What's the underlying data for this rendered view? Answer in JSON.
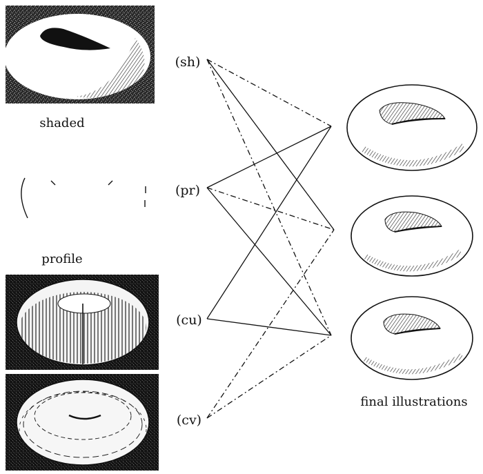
{
  "captions": {
    "shaded": "shaded",
    "profile": "profile",
    "final": "final illustrations"
  },
  "nodes": {
    "sh": "(sh)",
    "pr": "(pr)",
    "cu": "(cu)",
    "cv": "(cv)"
  },
  "connections": [
    {
      "from": "sh",
      "to": "final-1",
      "style": "dash-dot"
    },
    {
      "from": "sh",
      "to": "final-2",
      "style": "solid"
    },
    {
      "from": "sh",
      "to": "final-3",
      "style": "dash-dot"
    },
    {
      "from": "pr",
      "to": "final-1",
      "style": "solid"
    },
    {
      "from": "pr",
      "to": "final-2",
      "style": "dash-dot"
    },
    {
      "from": "pr",
      "to": "final-3",
      "style": "solid"
    },
    {
      "from": "cu",
      "to": "final-1",
      "style": "solid"
    },
    {
      "from": "cu",
      "to": "final-3",
      "style": "solid"
    },
    {
      "from": "cv",
      "to": "final-2",
      "style": "dash-dot"
    },
    {
      "from": "cv",
      "to": "final-3",
      "style": "dash-dot"
    }
  ],
  "colors": {
    "ink": "#111111",
    "panel_dark": "#1e1e1e",
    "paper": "#ffffff"
  }
}
